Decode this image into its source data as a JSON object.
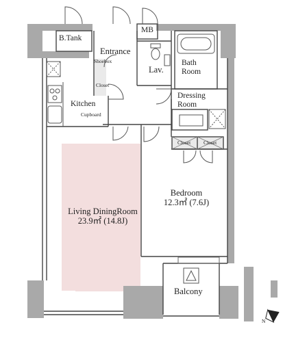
{
  "colors": {
    "wall": "#a9a9a9",
    "wall_dark": "#7d7d7d",
    "line": "#444444",
    "living_tint": "#f3dede",
    "storage": "#dcdcdc",
    "background": "#ffffff"
  },
  "rooms": {
    "b_tank": "B.Tank",
    "mb": "MB",
    "entrance": "Entrance",
    "lav": "Lav.",
    "bath_line1": "Bath",
    "bath_line2": "Room",
    "dressing_line1": "Dressing",
    "dressing_line2": "Room",
    "kitchen": "Kitchen",
    "living_name": "Living DiningRoom",
    "living_area": "23.9㎡ (14.8J)",
    "bedroom_name": "Bedroom",
    "bedroom_area": "12.3㎡ (7.6J)",
    "balcony": "Balcony"
  },
  "storage_labels": {
    "shoebox": "Shoebox",
    "entrance_closet": "Closet",
    "cupboard": "Cupboard",
    "closet_left": "Closet",
    "closet_right": "Closet"
  },
  "icons": {
    "compass": "north-arrow-icon",
    "washer": "washing-machine-icon",
    "toilet": "toilet-icon",
    "bathtub": "bathtub-icon",
    "stove": "stove-icon",
    "sink": "sink-icon",
    "aircon": "air-conditioner-icon"
  },
  "compass_letter": "N"
}
